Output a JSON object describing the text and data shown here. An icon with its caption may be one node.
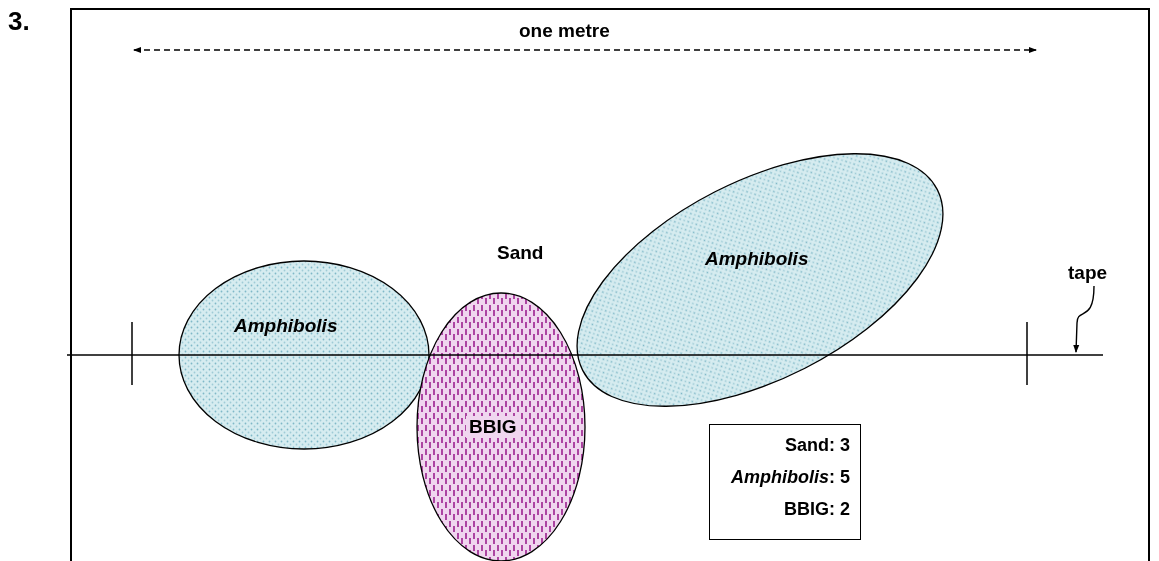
{
  "diagram": {
    "nodes": [
      {
        "text": [
          "Amphibolis"
        ]
      },
      {
        "text": [
          "BBIG"
        ]
      },
      {
        "text": [
          "Amphibolis"
        ]
      },
      {
        "text": [
          "tape"
        ]
      },
      {
        "text": [
          "Sand: 3",
          "*Amphibolis*: 5",
          "BBIG: 2"
        ]
      },
      {
        "text": [],
        "shape": "line"
      }
    ],
    "edges": [
      {
        "from": 3,
        "to": 5,
        "arrow": "to"
      }
    ],
    "labels": [
      "3.",
      "one metre",
      "Sand"
    ]
  }
}
